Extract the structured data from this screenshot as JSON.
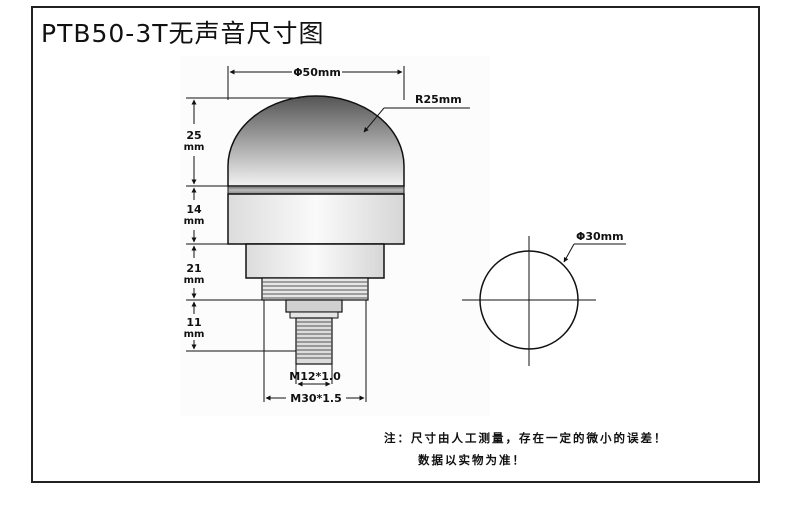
{
  "title": "PTB50-3T无声音尺寸图",
  "dimensions": {
    "top_diameter": "Φ50mm",
    "dome_radius": "R25mm",
    "hole_diameter": "Φ30mm",
    "h1_value": "25",
    "h1_unit": "mm",
    "h2_value": "14",
    "h2_unit": "mm",
    "h3_value": "21",
    "h3_unit": "mm",
    "h4_value": "11",
    "h4_unit": "mm",
    "thread_small": "M12*1.0",
    "thread_large": "M30*1.5"
  },
  "note": {
    "line1": "注：尺寸由人工测量，存在一定的微小的误差！",
    "line2": "数据以实物为准！"
  },
  "colors": {
    "dome_top": "#5a5a5a",
    "dome_bottom": "#f0f0f0",
    "line": "#111111"
  }
}
